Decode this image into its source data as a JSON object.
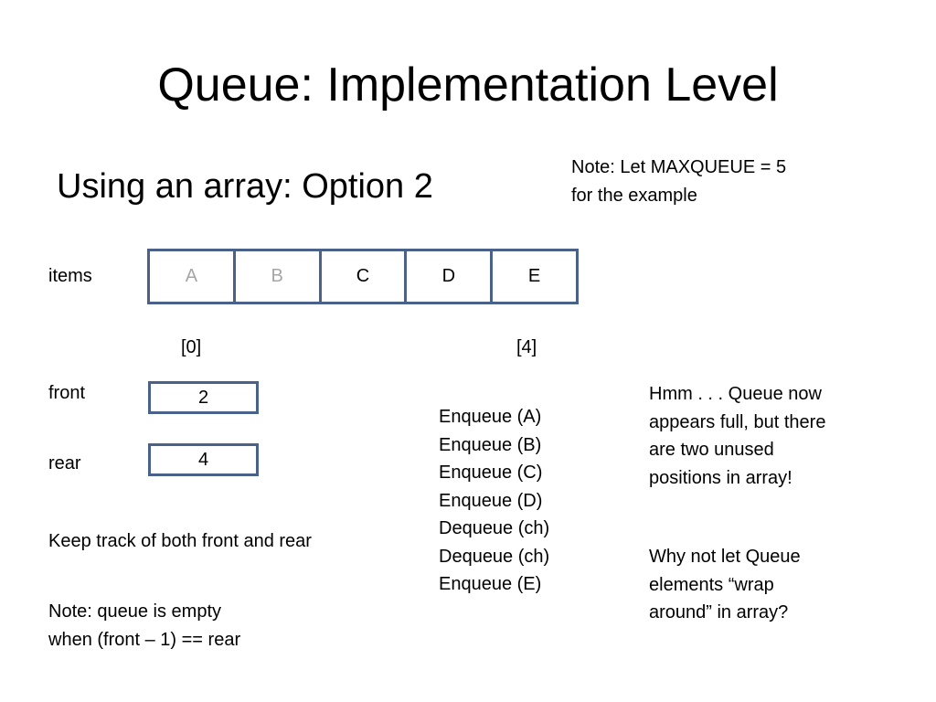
{
  "slide": {
    "title": "Queue:  Implementation Level",
    "subtitle": "Using an array:  Option 2",
    "note_top": [
      "Note:  Let  MAXQUEUE = 5",
      "for the example"
    ],
    "items_label": "items",
    "array": {
      "cells": [
        {
          "value": "A",
          "faded": true
        },
        {
          "value": "B",
          "faded": true
        },
        {
          "value": "C",
          "faded": false
        },
        {
          "value": "D",
          "faded": false
        },
        {
          "value": "E",
          "faded": false
        }
      ],
      "faded_color": "#a6a6a6",
      "border_color": "#4a6189"
    },
    "index_first": "[0]",
    "index_last": "[4]",
    "front_label": "front",
    "front_value": "2",
    "rear_label": "rear",
    "rear_value": "4",
    "keep_track": "Keep track of both front and rear",
    "note_empty": [
      "Note:  queue is empty",
      "when  (front – 1) == rear"
    ],
    "operations": [
      "Enqueue (A)",
      "Enqueue (B)",
      "Enqueue (C)",
      "Enqueue (D)",
      "Dequeue (ch)",
      "Dequeue (ch)",
      "Enqueue (E)"
    ],
    "hmm_note": [
      "Hmm . . . Queue now",
      "appears full, but there",
      "are two unused",
      "positions in array!"
    ],
    "why_note": [
      "Why not let Queue",
      "elements “wrap",
      "around” in array?"
    ]
  }
}
